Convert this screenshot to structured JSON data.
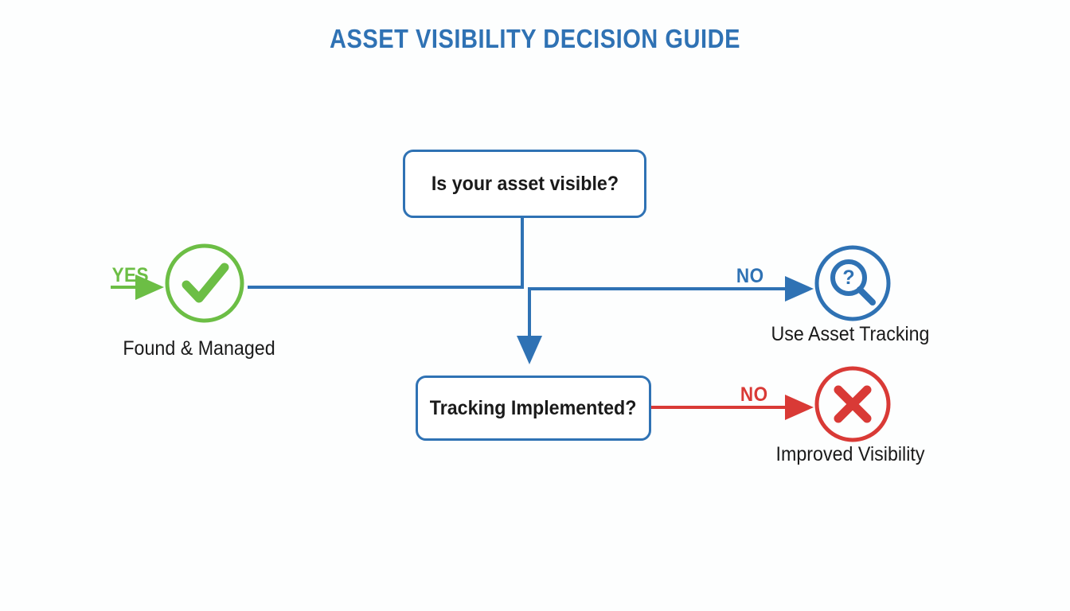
{
  "page": {
    "title": "ASSET VISIBILITY DECISION GUIDE",
    "background_color": "#fdfefe"
  },
  "colors": {
    "title_blue": "#2f72b4",
    "flow_blue": "#2f72b4",
    "success_green": "#6cbe45",
    "error_red": "#d93a36",
    "text_dark": "#1a1a1a"
  },
  "chart_data": {
    "type": "diagram",
    "title": "ASSET VISIBILITY DECISION GUIDE",
    "nodes": [
      {
        "id": "q1",
        "shape": "rounded-rect",
        "label": "Is your asset visible?",
        "color": "#2f72b4"
      },
      {
        "id": "found",
        "shape": "circle-check",
        "label": "Found & Managed",
        "color": "#6cbe45"
      },
      {
        "id": "tracking",
        "shape": "circle-search",
        "label": "Use Asset Tracking",
        "color": "#2f72b4"
      },
      {
        "id": "q2",
        "shape": "rounded-rect",
        "label": "Tracking Implemented?",
        "color": "#2f72b4"
      },
      {
        "id": "visibility",
        "shape": "circle-cross",
        "label": "Improved Visibility",
        "color": "#d93a36"
      }
    ],
    "edges": [
      {
        "from": "q1",
        "to": "found",
        "label": "YES",
        "color": "#6cbe45"
      },
      {
        "from": "q1",
        "to": "tracking",
        "label": "NO",
        "color": "#2f72b4"
      },
      {
        "from": "q1",
        "to": "q2",
        "label": "",
        "color": "#2f72b4"
      },
      {
        "from": "q2",
        "to": "visibility",
        "label": "NO",
        "color": "#d93a36"
      }
    ]
  },
  "boxes": {
    "visible": {
      "label": "Is your asset visible?"
    },
    "tracking": {
      "label": "Tracking Implemented?"
    }
  },
  "edge_labels": {
    "yes": "YES",
    "no_top": "NO",
    "no_bottom": "NO"
  },
  "captions": {
    "found": "Found & Managed",
    "use_tracking": "Use Asset Tracking",
    "improved": "Improved Visibility"
  },
  "icons": {
    "check": "check-circle-icon",
    "search": "magnifier-question-icon",
    "cross": "cross-circle-icon"
  }
}
